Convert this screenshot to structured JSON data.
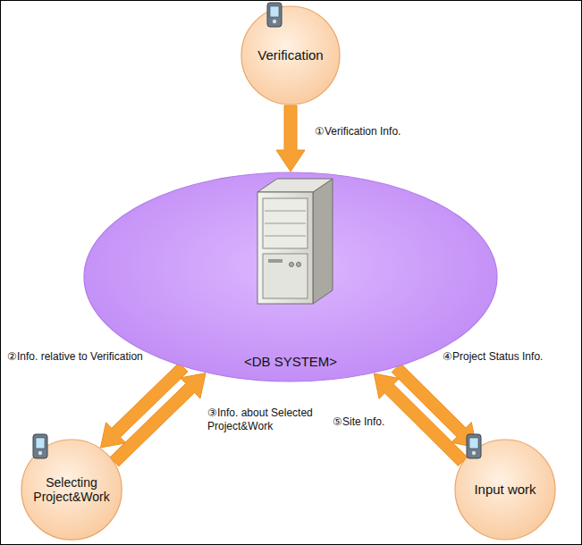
{
  "diagram": {
    "nodes": [
      {
        "text": [
          "Verification"
        ]
      },
      {
        "text": [
          "<DB SYSTEM>"
        ]
      },
      {
        "text": [
          "Selecting Project&Work"
        ]
      },
      {
        "text": [
          "Input work"
        ]
      }
    ],
    "edges": [
      {
        "from": 0,
        "to": 1,
        "label": "①Verification Info.",
        "arrow": "to"
      },
      {
        "from": 1,
        "to": 2,
        "label": "②Info. relative to Verification",
        "arrow": "to"
      },
      {
        "from": 2,
        "to": 1,
        "label": "③Info. about Selected Project&Work",
        "arrow": "to"
      },
      {
        "from": 1,
        "to": 3,
        "label": "④Project Status Info.",
        "arrow": "to"
      },
      {
        "from": 3,
        "to": 1,
        "label": "⑤Site Info.",
        "arrow": "to"
      }
    ]
  }
}
